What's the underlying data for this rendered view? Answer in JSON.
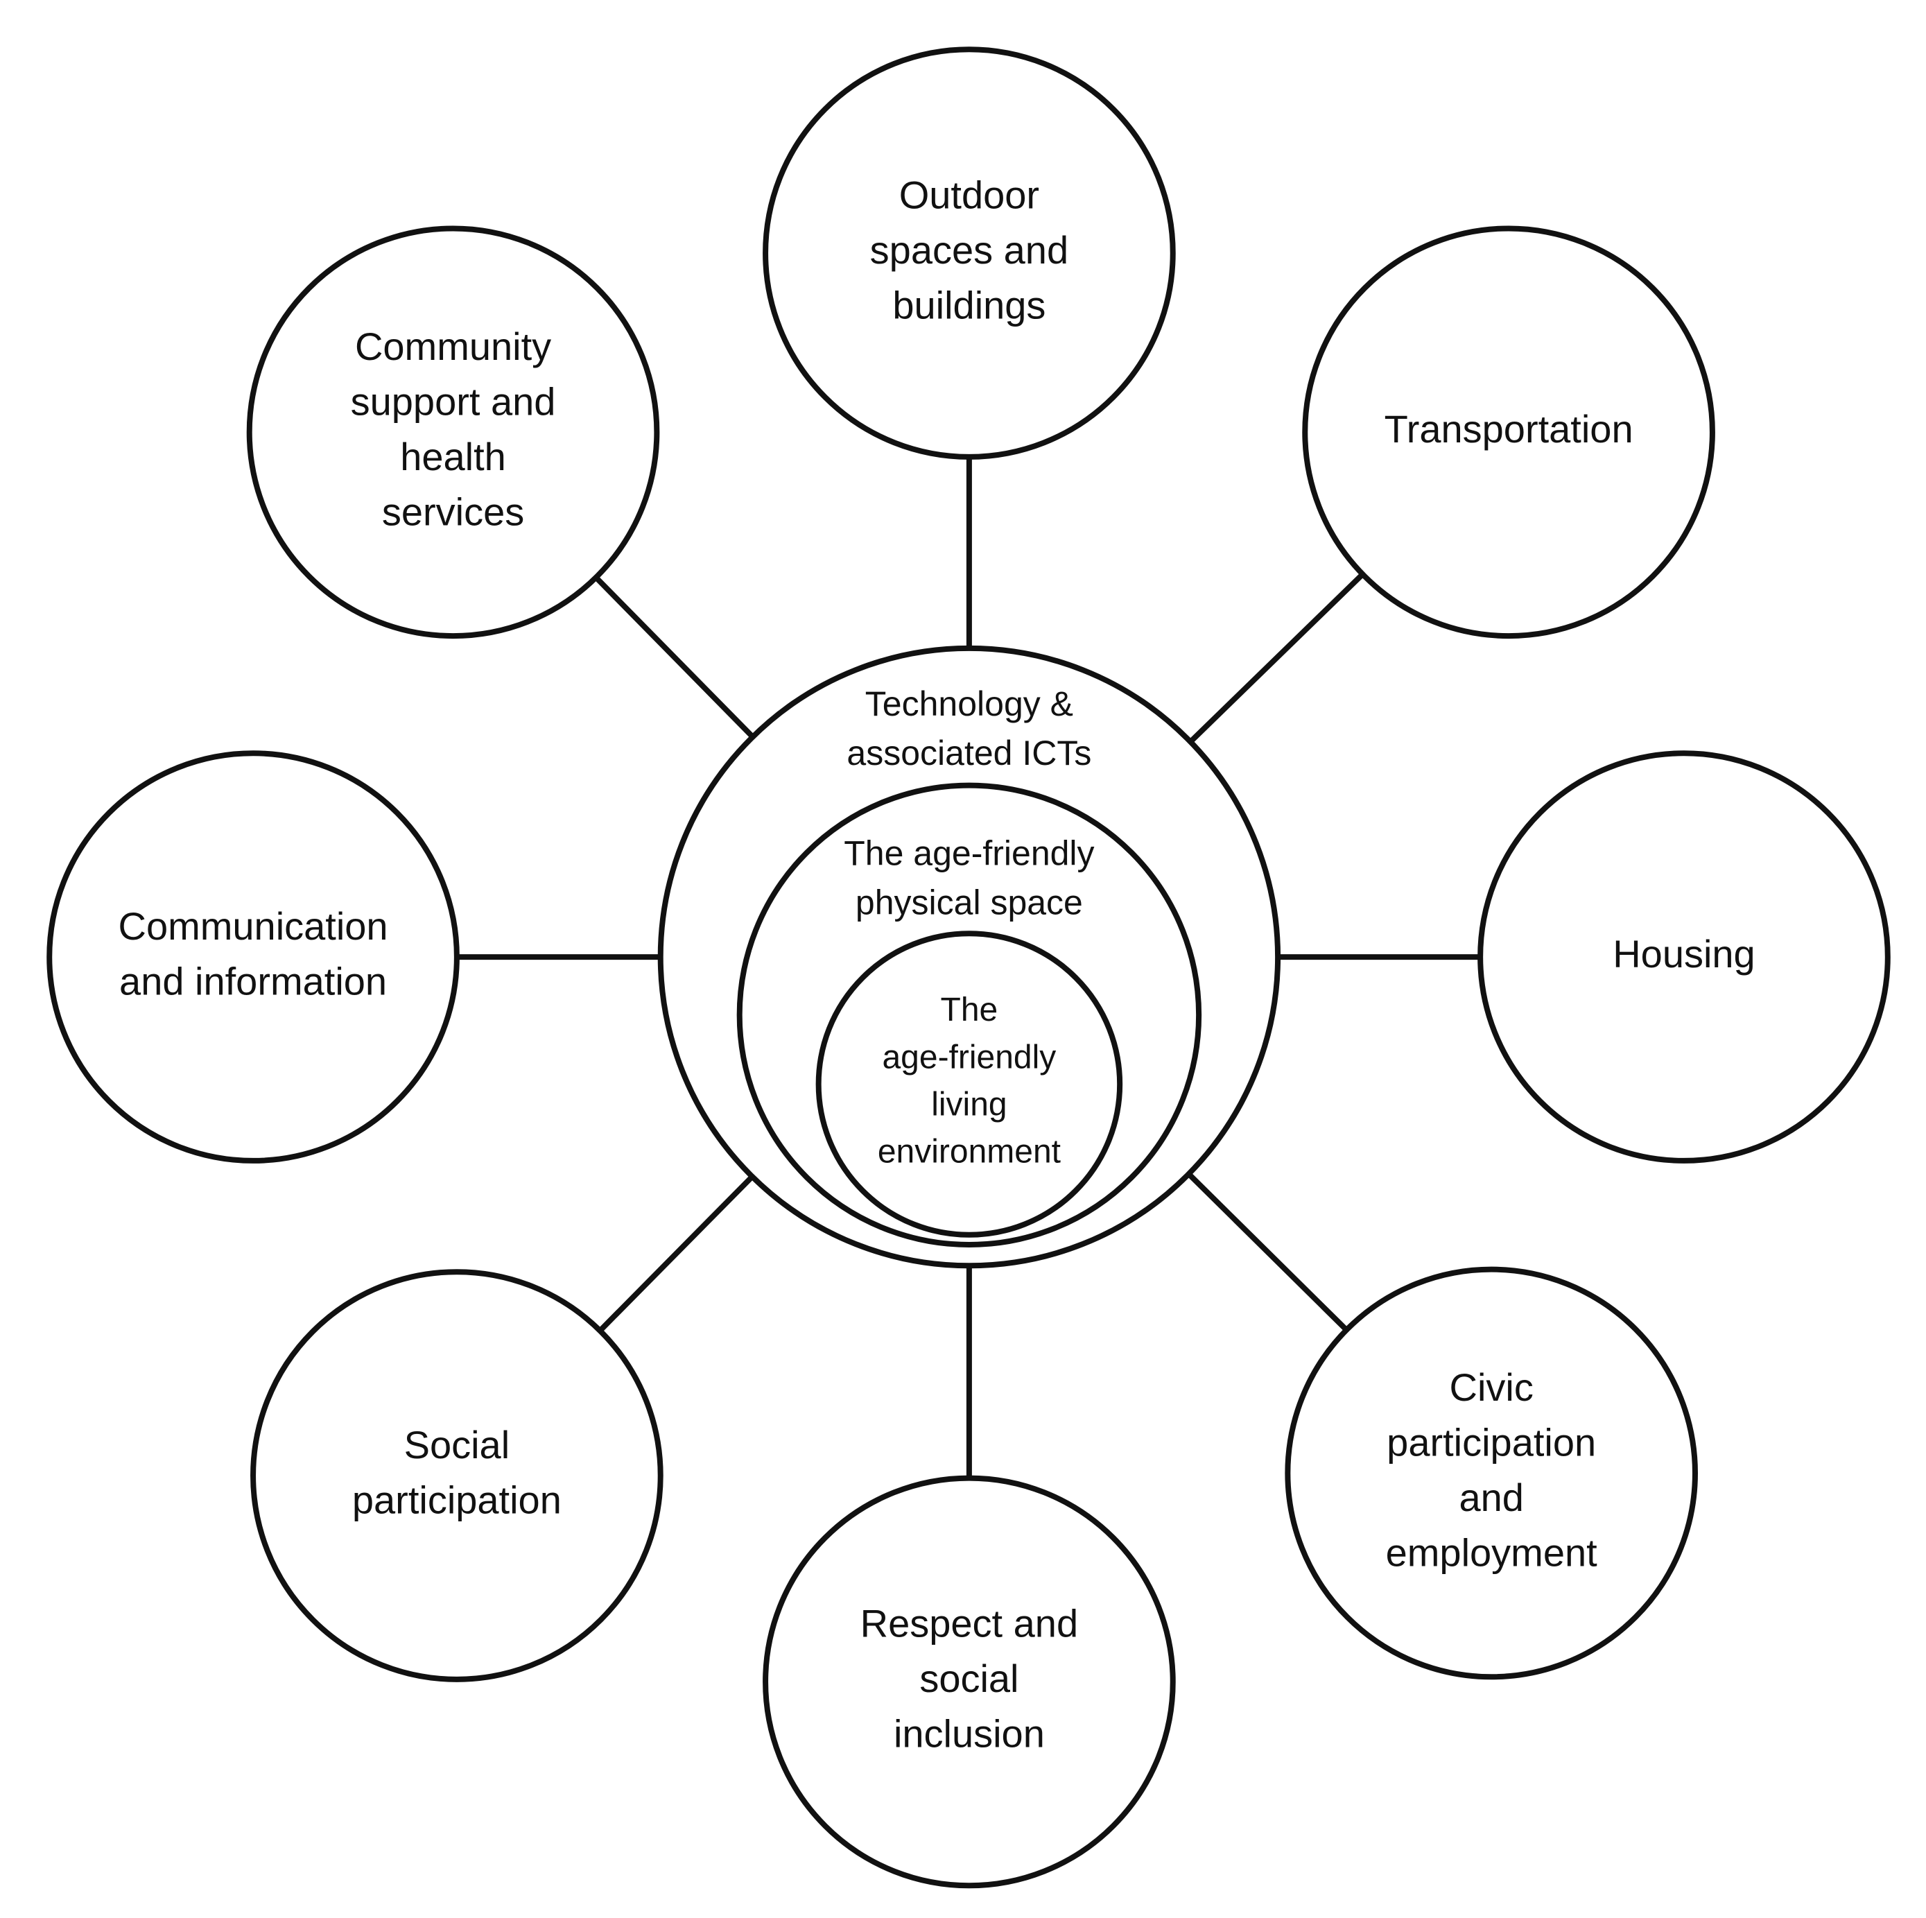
{
  "diagram": {
    "center": {
      "ring_outer_lines": [
        "Technology &",
        "associated ICTs"
      ],
      "ring_middle_lines": [
        "The age-friendly",
        "physical space"
      ],
      "ring_inner_lines": [
        "The",
        "age-friendly",
        "living",
        "environment"
      ]
    },
    "domains": [
      {
        "id": "outdoor",
        "lines": [
          "Outdoor",
          "spaces and",
          "buildings"
        ]
      },
      {
        "id": "transportation",
        "lines": [
          "Transportation"
        ]
      },
      {
        "id": "housing",
        "lines": [
          "Housing"
        ]
      },
      {
        "id": "civic",
        "lines": [
          "Civic",
          "participation",
          "and",
          "employment"
        ]
      },
      {
        "id": "respect",
        "lines": [
          "Respect and",
          "social",
          "inclusion"
        ]
      },
      {
        "id": "social",
        "lines": [
          "Social",
          "participation"
        ]
      },
      {
        "id": "communication",
        "lines": [
          "Communication",
          "and information"
        ]
      },
      {
        "id": "community",
        "lines": [
          "Community",
          "support and",
          "health",
          "services"
        ]
      }
    ]
  }
}
